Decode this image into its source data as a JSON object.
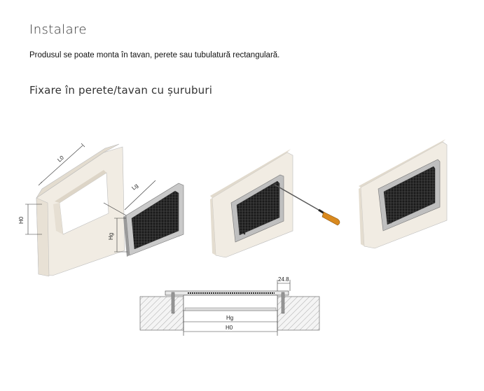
{
  "section_title": "Instalare",
  "intro_text": "Produsul se poate monta în tavan, perete sau tubulatură rectangulară.",
  "subsection_title": "Fixare în perete/tavan cu șuruburi",
  "figure1": {
    "label_l0": "L0",
    "label_lg": "Lg",
    "label_h0": "H0",
    "label_hg": "Hg"
  },
  "section_drawing": {
    "label_248": "24.8",
    "label_hg": "Hg",
    "label_h0": "H0"
  }
}
